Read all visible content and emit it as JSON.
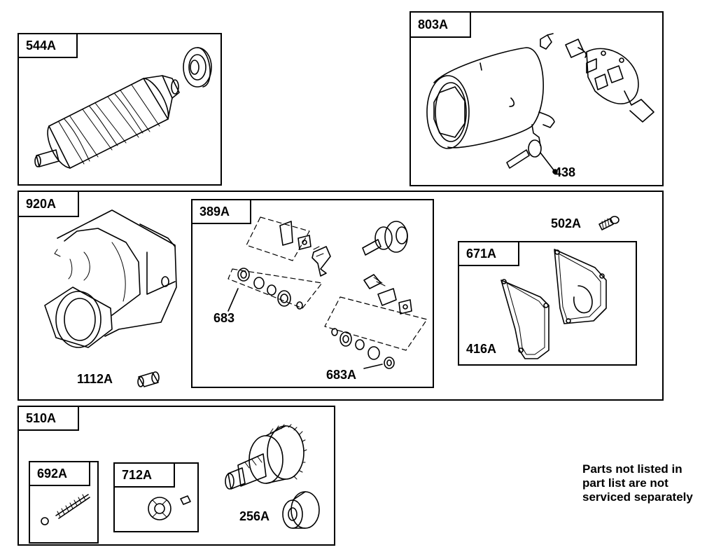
{
  "groups": {
    "g544": "544A",
    "g803": "803A",
    "g920": "920A",
    "g389": "389A",
    "g671": "671A",
    "g510": "510A",
    "g692": "692A",
    "g712": "712A"
  },
  "callouts": {
    "c438": "438",
    "c502": "502A",
    "c683": "683",
    "c683a": "683A",
    "c416": "416A",
    "c1112": "1112A",
    "c256": "256A"
  },
  "note": {
    "line1": "Parts not listed in",
    "line2": "part list are not",
    "line3": "serviced separately"
  }
}
